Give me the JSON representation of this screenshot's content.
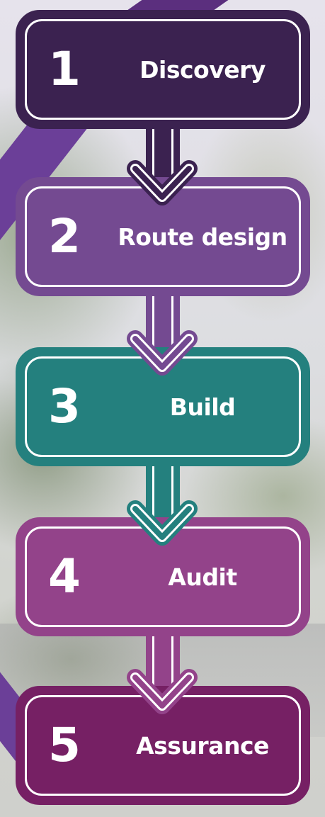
{
  "steps": [
    {
      "number": "1",
      "label": "Discovery",
      "color": "#3b2250"
    },
    {
      "number": "2",
      "label": "Route design",
      "color": "#744a91"
    },
    {
      "number": "3",
      "label": "Build",
      "color": "#24807e"
    },
    {
      "number": "4",
      "label": "Audit",
      "color": "#93438a"
    },
    {
      "number": "5",
      "label": "Assurance",
      "color": "#762064"
    }
  ],
  "colors": {
    "outline": "#ffffff",
    "accent_band": "#6b3f98"
  },
  "icons": {
    "connector": "chevron-down-arrow-icon"
  }
}
